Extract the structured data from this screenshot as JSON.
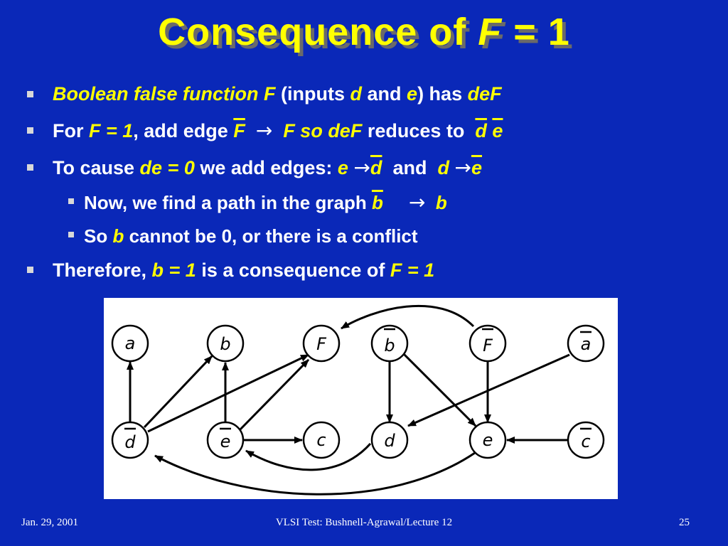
{
  "slide": {
    "title_prefix": "Consequence of ",
    "title_var": "F",
    "title_suffix": " = 1"
  },
  "bullets": {
    "b1": {
      "p1": "Boolean false function ",
      "p2": "F",
      "p3": " (inputs ",
      "p4": "d",
      "p5": " and ",
      "p6": "e",
      "p7": ") has ",
      "p8": "deF"
    },
    "b2": {
      "p1": "For ",
      "p2": "F = 1",
      "p3": ", add edge ",
      "p4": "F",
      "p5": "→",
      "p6": "F so deF",
      "p7": " reduces to ",
      "p8": "d",
      "p9": "e"
    },
    "b3": {
      "p1": "To cause ",
      "p2": "de = 0",
      "p3": " we add edges: ",
      "p4": "e",
      "p5": "→",
      "p6": "d",
      "p7": " and ",
      "p8": "d",
      "p9": "→",
      "p10": "e"
    },
    "b4": {
      "p1": "Now, we find a path in the graph ",
      "p2": "b",
      "p3": "→",
      "p4": "b"
    },
    "b5": {
      "p1": "So ",
      "p2": "b",
      "p3": " cannot be 0, or there is a conflict"
    },
    "b6": {
      "p1": "Therefore, ",
      "p2": "b = 1",
      "p3": " is a consequence of ",
      "p4": "F = 1"
    }
  },
  "graph": {
    "nodes": {
      "a": "a",
      "b": "b",
      "F": "F",
      "bbar": "b",
      "Fbar": "F",
      "abar": "a",
      "dbar": "d",
      "ebar": "e",
      "c": "c",
      "d": "d",
      "e": "e",
      "cbar": "c"
    }
  },
  "footer": {
    "date": "Jan. 29, 2001",
    "center": "VLSI Test: Bushnell-Agrawal/Lecture 12",
    "page": "25"
  }
}
